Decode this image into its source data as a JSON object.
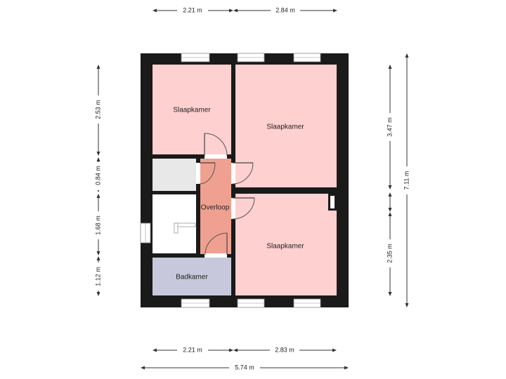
{
  "rooms": {
    "bedroom_top_left": "Slaapkamer",
    "bedroom_top_right": "Slaapkamer",
    "bedroom_bottom_right": "Slaapkamer",
    "landing": "Overloop",
    "bathroom": "Badkamer"
  },
  "dimensions": {
    "top_left": "2.21 m",
    "top_right": "2.84 m",
    "bottom_left": "2.21 m",
    "bottom_right": "2.83 m",
    "bottom_total": "5.74 m",
    "left_1": "2.53 m",
    "left_2": "0.84 m",
    "left_3": "1.68 m",
    "left_4": "1.12 m",
    "right_1": "3.47 m",
    "right_2": "2.35 m",
    "right_total": "7.11 m"
  },
  "colors": {
    "bedroom": "#ffd0d0",
    "landing": "#f0a090",
    "bathroom": "#c8c8dc",
    "storage": "#e8e8e8",
    "wall": "#1a1a1a"
  }
}
